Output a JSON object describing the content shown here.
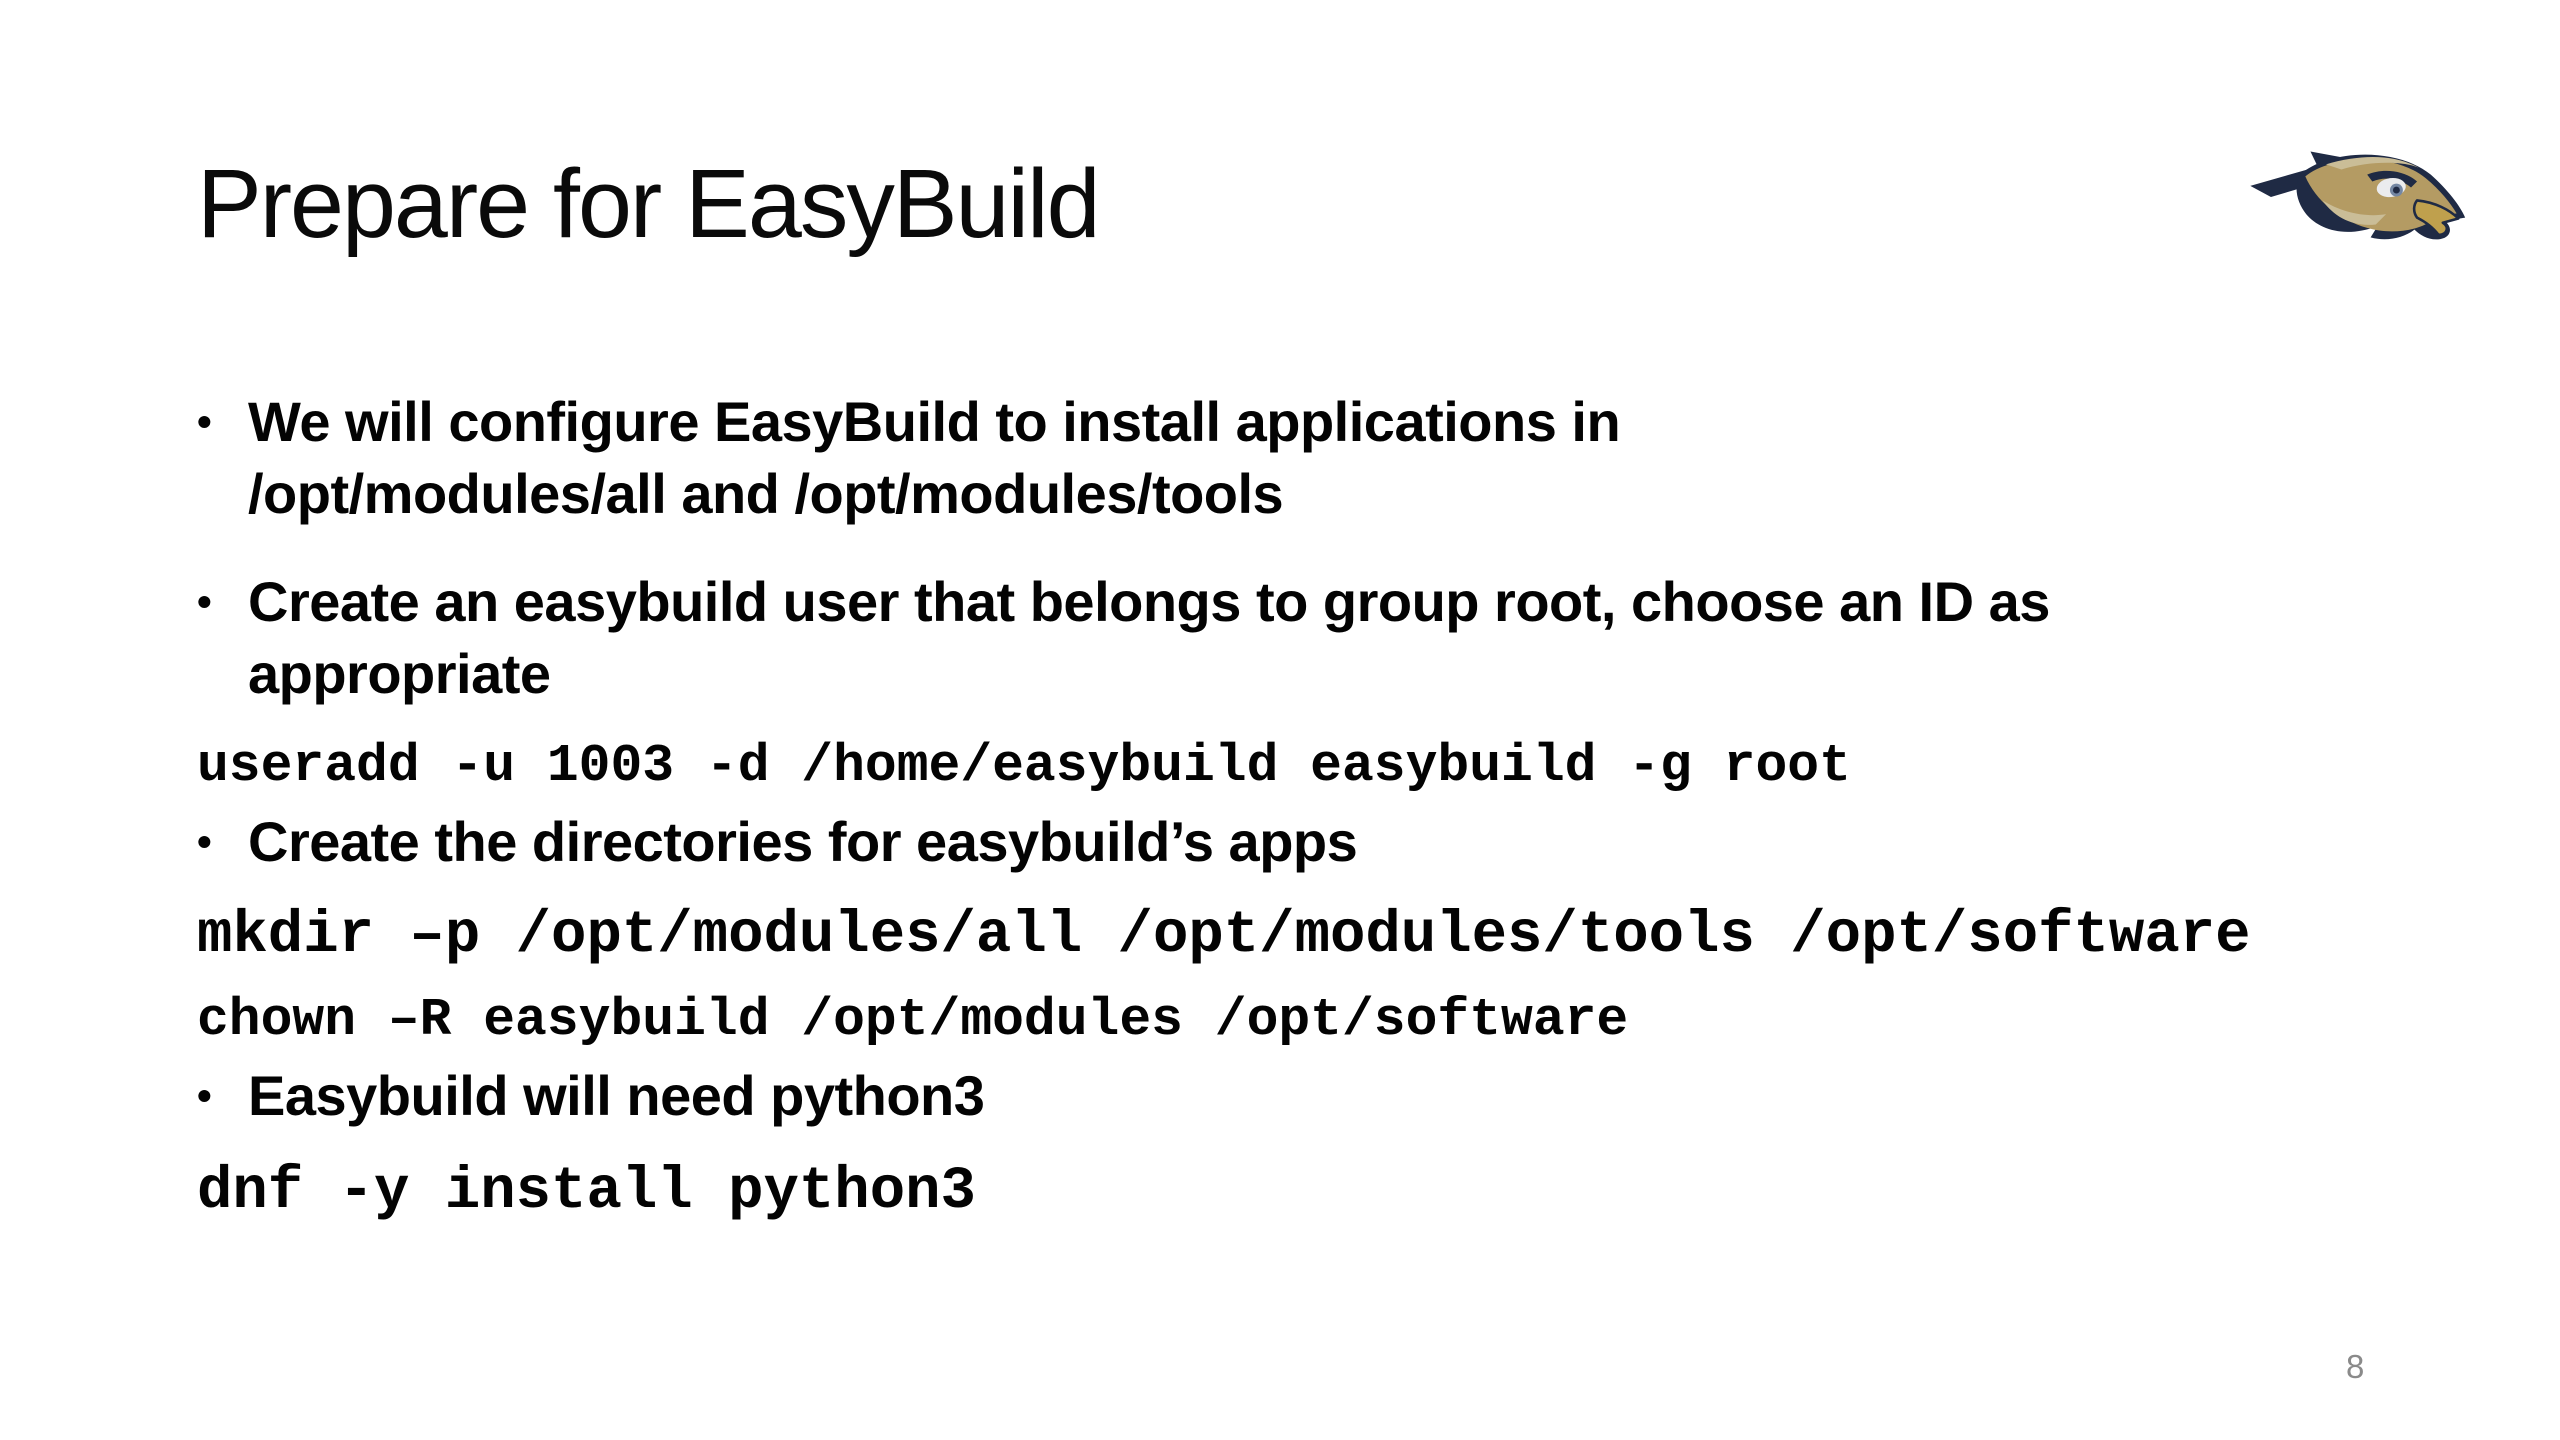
{
  "slide": {
    "title": "Prepare for EasyBuild",
    "bullet_char": "•",
    "content": [
      {
        "type": "bullet",
        "text": "We will configure EasyBuild to install applications in\n/opt/modules/all and /opt/modules/tools"
      },
      {
        "type": "bullet",
        "text": "Create an easybuild user that belongs to group root, choose an ID as\nappropriate"
      },
      {
        "type": "code",
        "text": "useradd -u 1003 -d /home/easybuild easybuild -g root"
      },
      {
        "type": "bullet",
        "text": "Create the directories for easybuild’s apps"
      },
      {
        "type": "code",
        "text": "mkdir –p /opt/modules/all /opt/modules/tools /opt/software"
      },
      {
        "type": "code",
        "text": "chown –R easybuild /opt/modules /opt/software"
      },
      {
        "type": "bullet",
        "text": "Easybuild will need python3"
      },
      {
        "type": "code",
        "text": "dnf -y install python3"
      }
    ],
    "page_number": "8",
    "logo": {
      "label": "eagle-mascot-logo",
      "navy": "#1f2a44",
      "gold": "#b49b63",
      "gold_light": "#cabd97",
      "beak_gold": "#bfa04d",
      "eye_white": "#ebecee",
      "iris": "#7487a3"
    },
    "colors": {
      "background": "#ffffff",
      "text": "#030303",
      "page_number": "#8a8a8a"
    }
  }
}
